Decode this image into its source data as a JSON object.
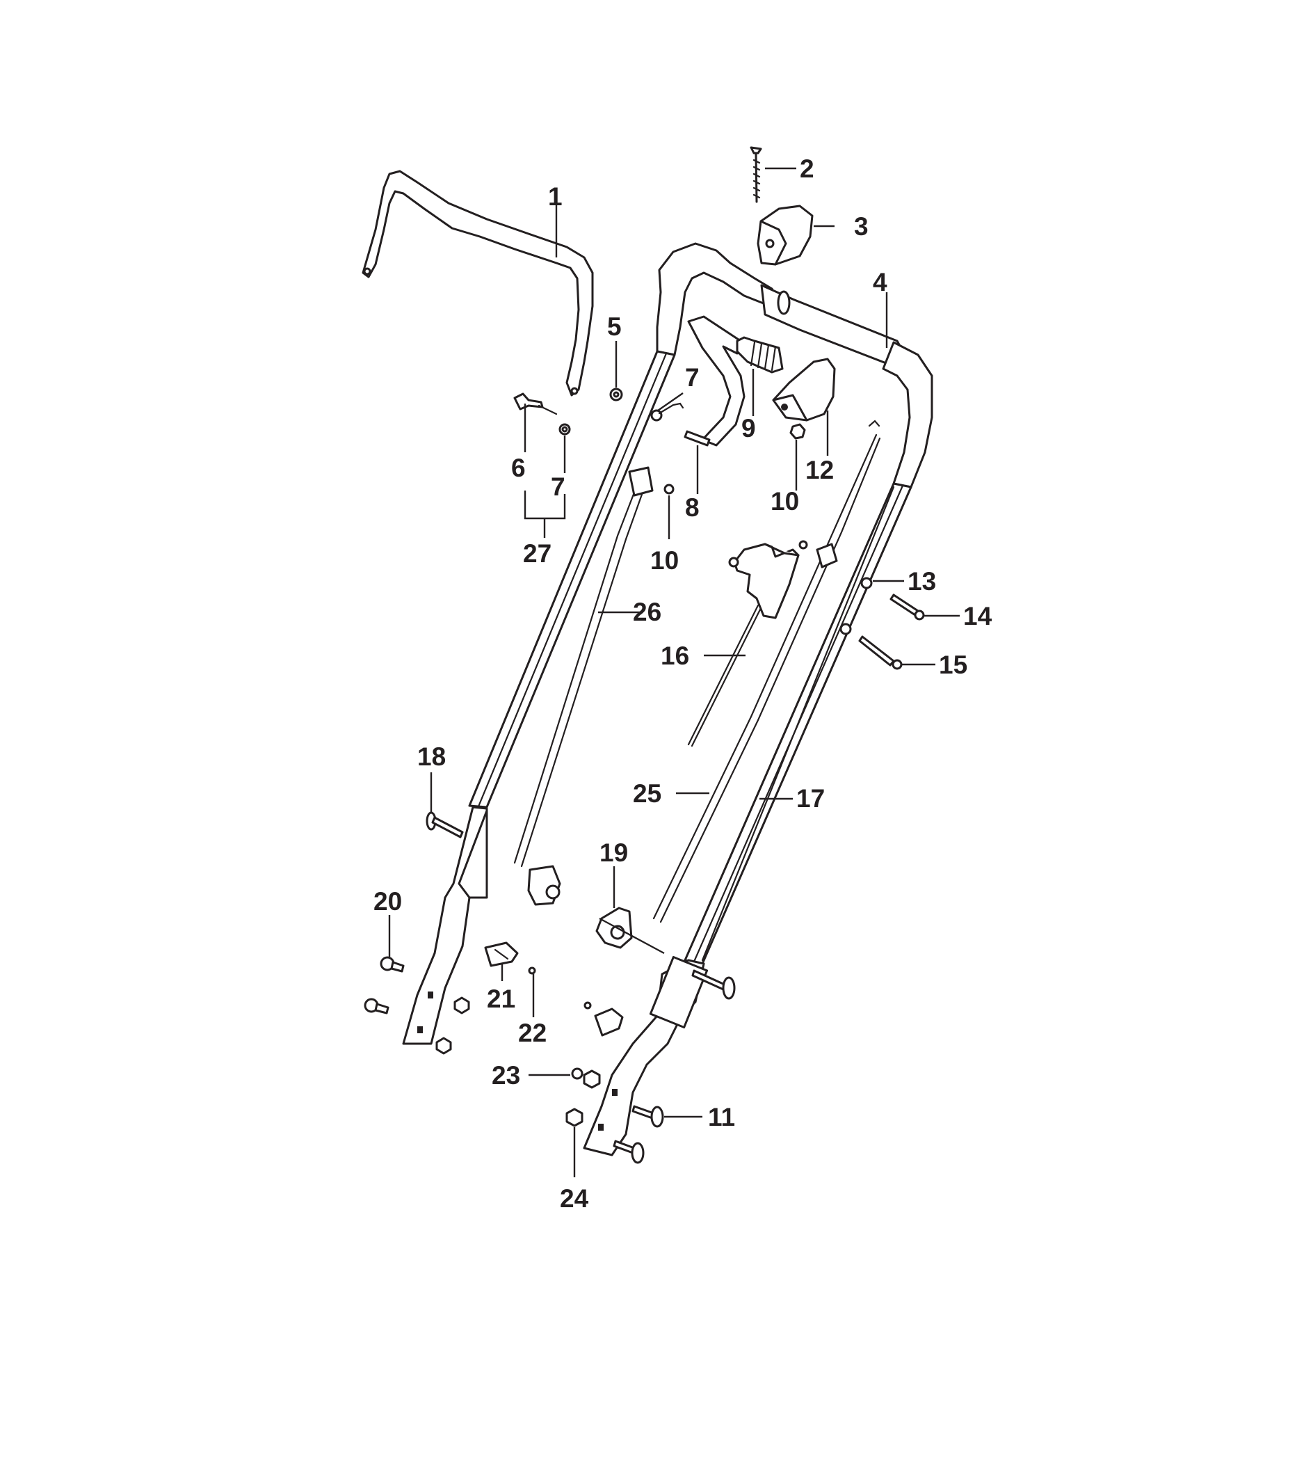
{
  "callouts": {
    "c1": "1",
    "c2": "2",
    "c3": "3",
    "c4": "4",
    "c5": "5",
    "c6": "6",
    "c7a": "7",
    "c7b": "7",
    "c8": "8",
    "c9": "9",
    "c10a": "10",
    "c10b": "10",
    "c11": "11",
    "c12": "12",
    "c13": "13",
    "c14": "14",
    "c15": "15",
    "c16": "16",
    "c17": "17",
    "c18": "18",
    "c19": "19",
    "c20": "20",
    "c21": "21",
    "c22": "22",
    "c23": "23",
    "c24": "24",
    "c25": "25",
    "c26": "26",
    "c27": "27"
  },
  "colors": {
    "ink": "#231f20",
    "background": "#ffffff"
  }
}
